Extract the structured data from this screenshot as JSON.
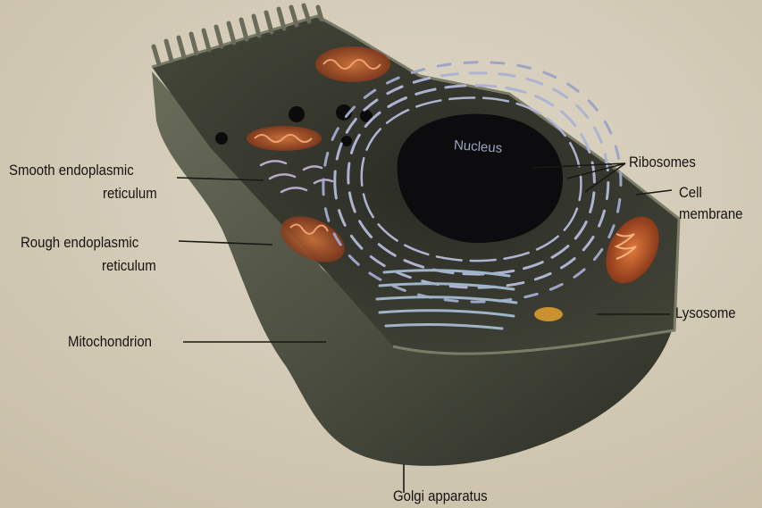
{
  "labels": {
    "smooth_er_line1": "Smooth endoplasmic",
    "smooth_er_line2": "reticulum",
    "rough_er_line1": "Rough endoplasmic",
    "rough_er_line2": "reticulum",
    "mitochondrion": "Mitochondrion",
    "golgi": "Golgi apparatus",
    "ribosomes": "Ribosomes",
    "cell_membrane_line1": "Cell",
    "cell_membrane_line2": "membrane",
    "lysosome": "Lysosome",
    "nucleus": "Nucleus"
  },
  "colors": {
    "background": "#d6cdbb",
    "cytoplasm": "#3a3c30",
    "cell_side": "#55584a",
    "nucleus": "#0c0c0f",
    "er_membrane": "#aeb3d2",
    "mitochondrion": "#c8542a",
    "lysosome": "#c9922e",
    "leader_line": "#1a1714"
  }
}
